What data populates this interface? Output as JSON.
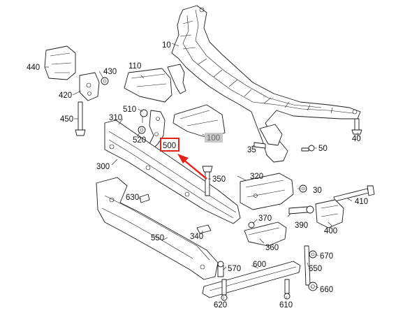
{
  "diagram": {
    "callouts": {
      "p10": "10",
      "p30": "30",
      "p35": "35",
      "p40": "40",
      "p50": "50",
      "p100": "100",
      "p110": "110",
      "p300": "300",
      "p310": "310",
      "p320": "320",
      "p340": "340",
      "p350": "350",
      "p360": "360",
      "p370": "370",
      "p390": "390",
      "p400": "400",
      "p410": "410",
      "p420": "420",
      "p430": "430",
      "p440": "440",
      "p450": "450",
      "p500": "500",
      "p510": "510",
      "p520": "520",
      "p550": "550",
      "p570": "570",
      "p600": "600",
      "p610": "610",
      "p620": "620",
      "p630": "630",
      "p650": "650",
      "p660": "660",
      "p670": "670"
    },
    "highlighted_part": "500",
    "shaded_part": "100",
    "colors": {
      "highlight": "#e0241b",
      "line": "#1a1a1a",
      "shade": "#c9c9c9"
    }
  }
}
